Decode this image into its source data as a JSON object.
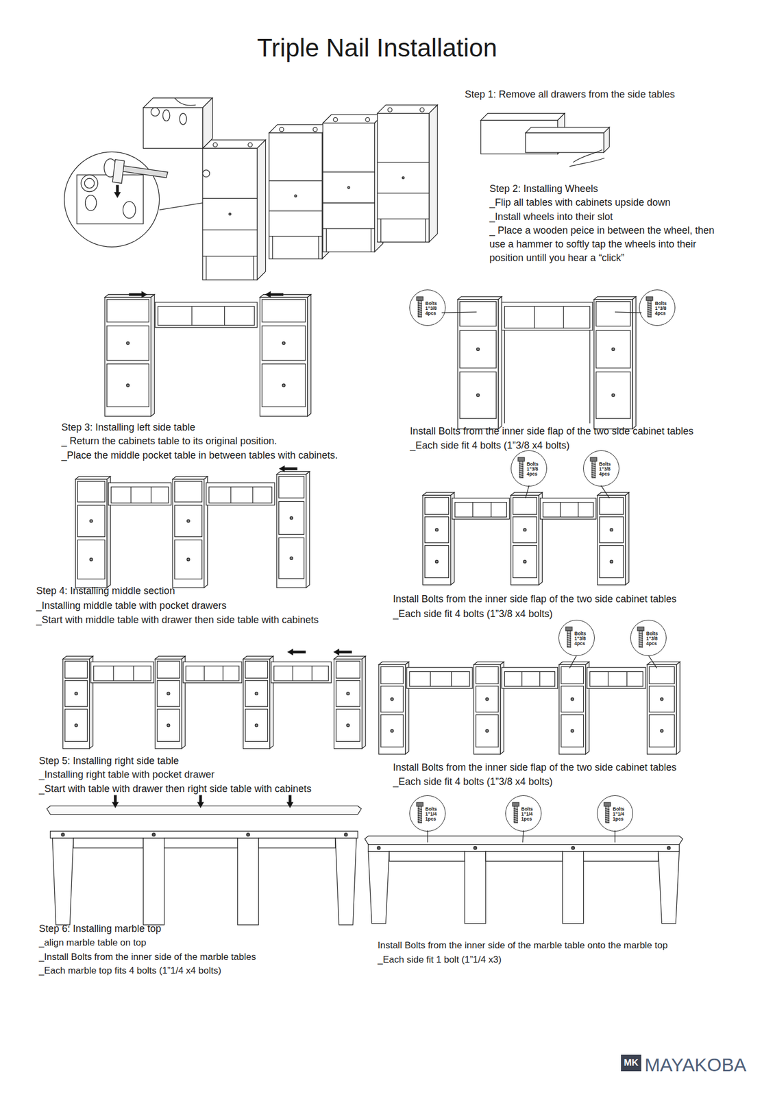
{
  "diagram": {
    "title": "Triple Nail Installation",
    "nodes": [
      {
        "text": [
          "Bolts 1”3/8 4pcs"
        ]
      },
      {
        "text": [
          "Bolts 1”3/8 4pcs"
        ]
      },
      {
        "text": [
          "Bolts 1”3/8 4pcs"
        ]
      },
      {
        "text": [
          "Bolts 1”3/8 4pcs"
        ]
      },
      {
        "text": [
          "Bolts 1”3/8 4pcs"
        ]
      },
      {
        "text": [
          "Bolts 1”3/8 4pcs"
        ]
      },
      {
        "text": [
          "Bolts 1”1/4 1pcs"
        ]
      },
      {
        "text": [
          "Bolts 1”1/4 1pcs"
        ]
      },
      {
        "text": [
          "Bolts 1”1/4 1pcs"
        ]
      },
      {
        "text": [
          "MK"
        ]
      }
    ],
    "labels": [
      "Step 1: Remove all drawers from the side tables",
      "Step 2: Installing Wheels",
      "_Flip all tables with cabinets upside down",
      "_Install wheels into their slot",
      "_ Place a wooden peice in between the wheel, then use a hammer to softly tap the wheels into their position untill you hear a “click”",
      "Step 3: Installing left side table",
      "_ Return the cabinets table to its original position.",
      "_Place the middle pocket table in between tables with cabinets.",
      "Install Bolts from the inner side flap of the two side cabinet tables",
      "_Each side fit 4 bolts (1”3/8 x4 bolts)",
      "Step 4: Installing middle section",
      "_Installing middle table with pocket drawers",
      "_Start with middle table with drawer then side table with cabinets",
      "Install Bolts from the inner side flap of the two side cabinet tables",
      "_Each side fit 4 bolts (1”3/8 x4 bolts)",
      "Step 5: Installing right side table",
      "_Installing right table with pocket drawer",
      "_Start with table with drawer then right side table with cabinets",
      "Install Bolts from the inner side flap of the two side cabinet tables",
      "_Each side fit 4 bolts (1”3/8 x4 bolts)",
      "Step 6: Installing marble top",
      "_align marble table on top",
      "_Install Bolts from the inner side of the marble tables",
      "_Each marble top fits 4 bolts (1”1/4 x4 bolts)",
      "Install Bolts from the inner side of the marble table onto the marble top",
      "_Each side fit 1 bolt (1”1/4 x3)",
      "MAYAKOBA"
    ]
  }
}
